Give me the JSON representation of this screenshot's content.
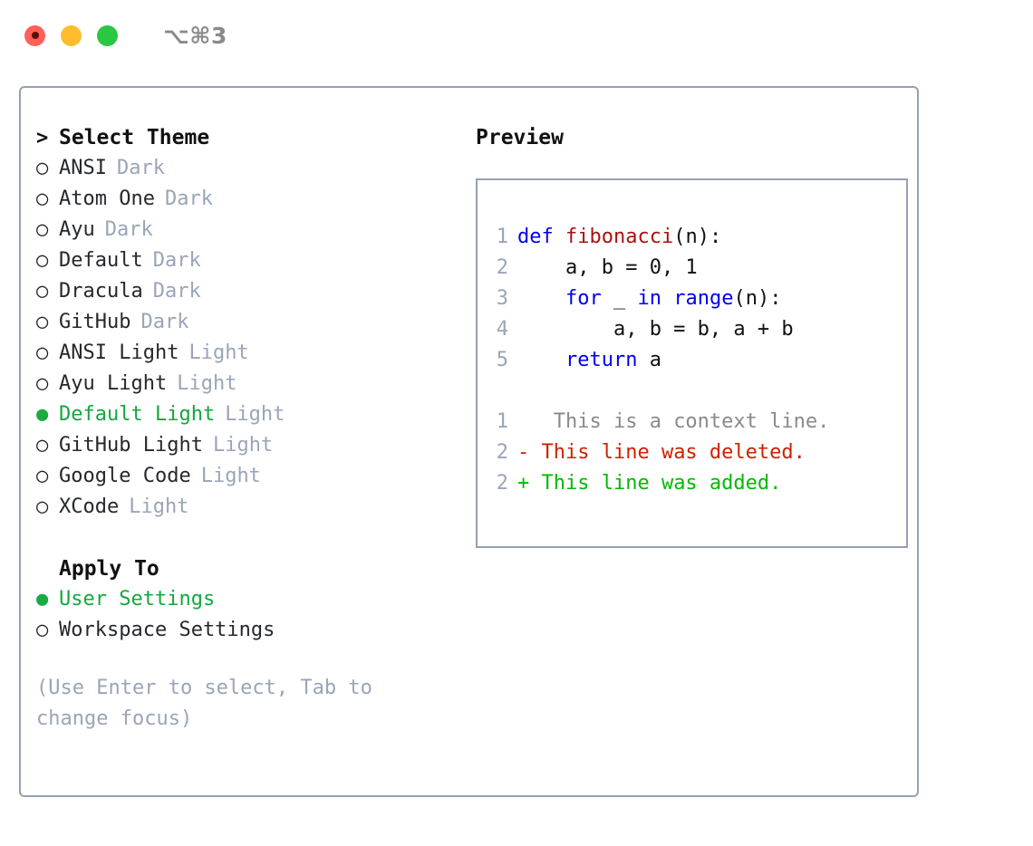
{
  "titlebar": {
    "shortcut": "⌥⌘3",
    "buttons": [
      {
        "name": "close",
        "color": "#ff6058"
      },
      {
        "name": "minimize",
        "color": "#ffbd2e"
      },
      {
        "name": "maximize",
        "color": "#28c840"
      }
    ]
  },
  "theme_panel": {
    "heading": "Select Theme",
    "heading_marker": ">",
    "items": [
      {
        "marker": "○",
        "label": "ANSI",
        "tag": "Dark",
        "selected": false
      },
      {
        "marker": "○",
        "label": "Atom One",
        "tag": "Dark",
        "selected": false
      },
      {
        "marker": "○",
        "label": "Ayu",
        "tag": "Dark",
        "selected": false
      },
      {
        "marker": "○",
        "label": "Default",
        "tag": "Dark",
        "selected": false
      },
      {
        "marker": "○",
        "label": "Dracula",
        "tag": "Dark",
        "selected": false
      },
      {
        "marker": "○",
        "label": "GitHub",
        "tag": "Dark",
        "selected": false
      },
      {
        "marker": "○",
        "label": "ANSI Light",
        "tag": "Light",
        "selected": false
      },
      {
        "marker": "○",
        "label": "Ayu Light",
        "tag": "Light",
        "selected": false
      },
      {
        "marker": "●",
        "label": "Default Light",
        "tag": "Light",
        "selected": true
      },
      {
        "marker": "○",
        "label": "GitHub Light",
        "tag": "Light",
        "selected": false
      },
      {
        "marker": "○",
        "label": "Google Code",
        "tag": "Light",
        "selected": false
      },
      {
        "marker": "○",
        "label": "XCode",
        "tag": "Light",
        "selected": false
      }
    ]
  },
  "apply_to": {
    "heading": "Apply To",
    "items": [
      {
        "marker": "●",
        "label": "User Settings",
        "selected": true
      },
      {
        "marker": "○",
        "label": "Workspace Settings",
        "selected": false
      }
    ]
  },
  "hint": "(Use Enter to select, Tab to change focus)",
  "preview": {
    "title": "Preview",
    "code_lines": [
      {
        "lineno": "1",
        "tokens": [
          {
            "text": "def ",
            "kind": "kw"
          },
          {
            "text": "fibonacci",
            "kind": "fn"
          },
          {
            "text": "(n):",
            "kind": "plain"
          }
        ]
      },
      {
        "lineno": "2",
        "tokens": [
          {
            "text": "    a, b = 0, 1",
            "kind": "plain"
          }
        ]
      },
      {
        "lineno": "3",
        "tokens": [
          {
            "text": "    ",
            "kind": "plain"
          },
          {
            "text": "for",
            "kind": "kw"
          },
          {
            "text": " _ ",
            "kind": "plain"
          },
          {
            "text": "in",
            "kind": "kw"
          },
          {
            "text": " ",
            "kind": "plain"
          },
          {
            "text": "range",
            "kind": "kw"
          },
          {
            "text": "(n):",
            "kind": "plain"
          }
        ]
      },
      {
        "lineno": "4",
        "tokens": [
          {
            "text": "        a, b = b, a + b",
            "kind": "plain"
          }
        ]
      },
      {
        "lineno": "5",
        "tokens": [
          {
            "text": "    ",
            "kind": "plain"
          },
          {
            "text": "return",
            "kind": "kw"
          },
          {
            "text": " a",
            "kind": "plain"
          }
        ]
      }
    ],
    "diff_lines": [
      {
        "lineno": "1",
        "sign": " ",
        "text": "  This is a context line.",
        "kind": "context"
      },
      {
        "lineno": "2",
        "sign": "-",
        "text": " This line was deleted.",
        "kind": "del"
      },
      {
        "lineno": "2",
        "sign": "+",
        "text": " This line was added.",
        "kind": "add"
      }
    ]
  },
  "colors": {
    "border": "#97a0b2",
    "selected_green": "#13a83c",
    "muted_tag": "#9aa5b8",
    "keyword_blue": "#0000ee",
    "function_red": "#aa1111",
    "diff_delete": "#cc2200",
    "diff_add": "#00bb00",
    "diff_context": "#8a8a8a"
  }
}
